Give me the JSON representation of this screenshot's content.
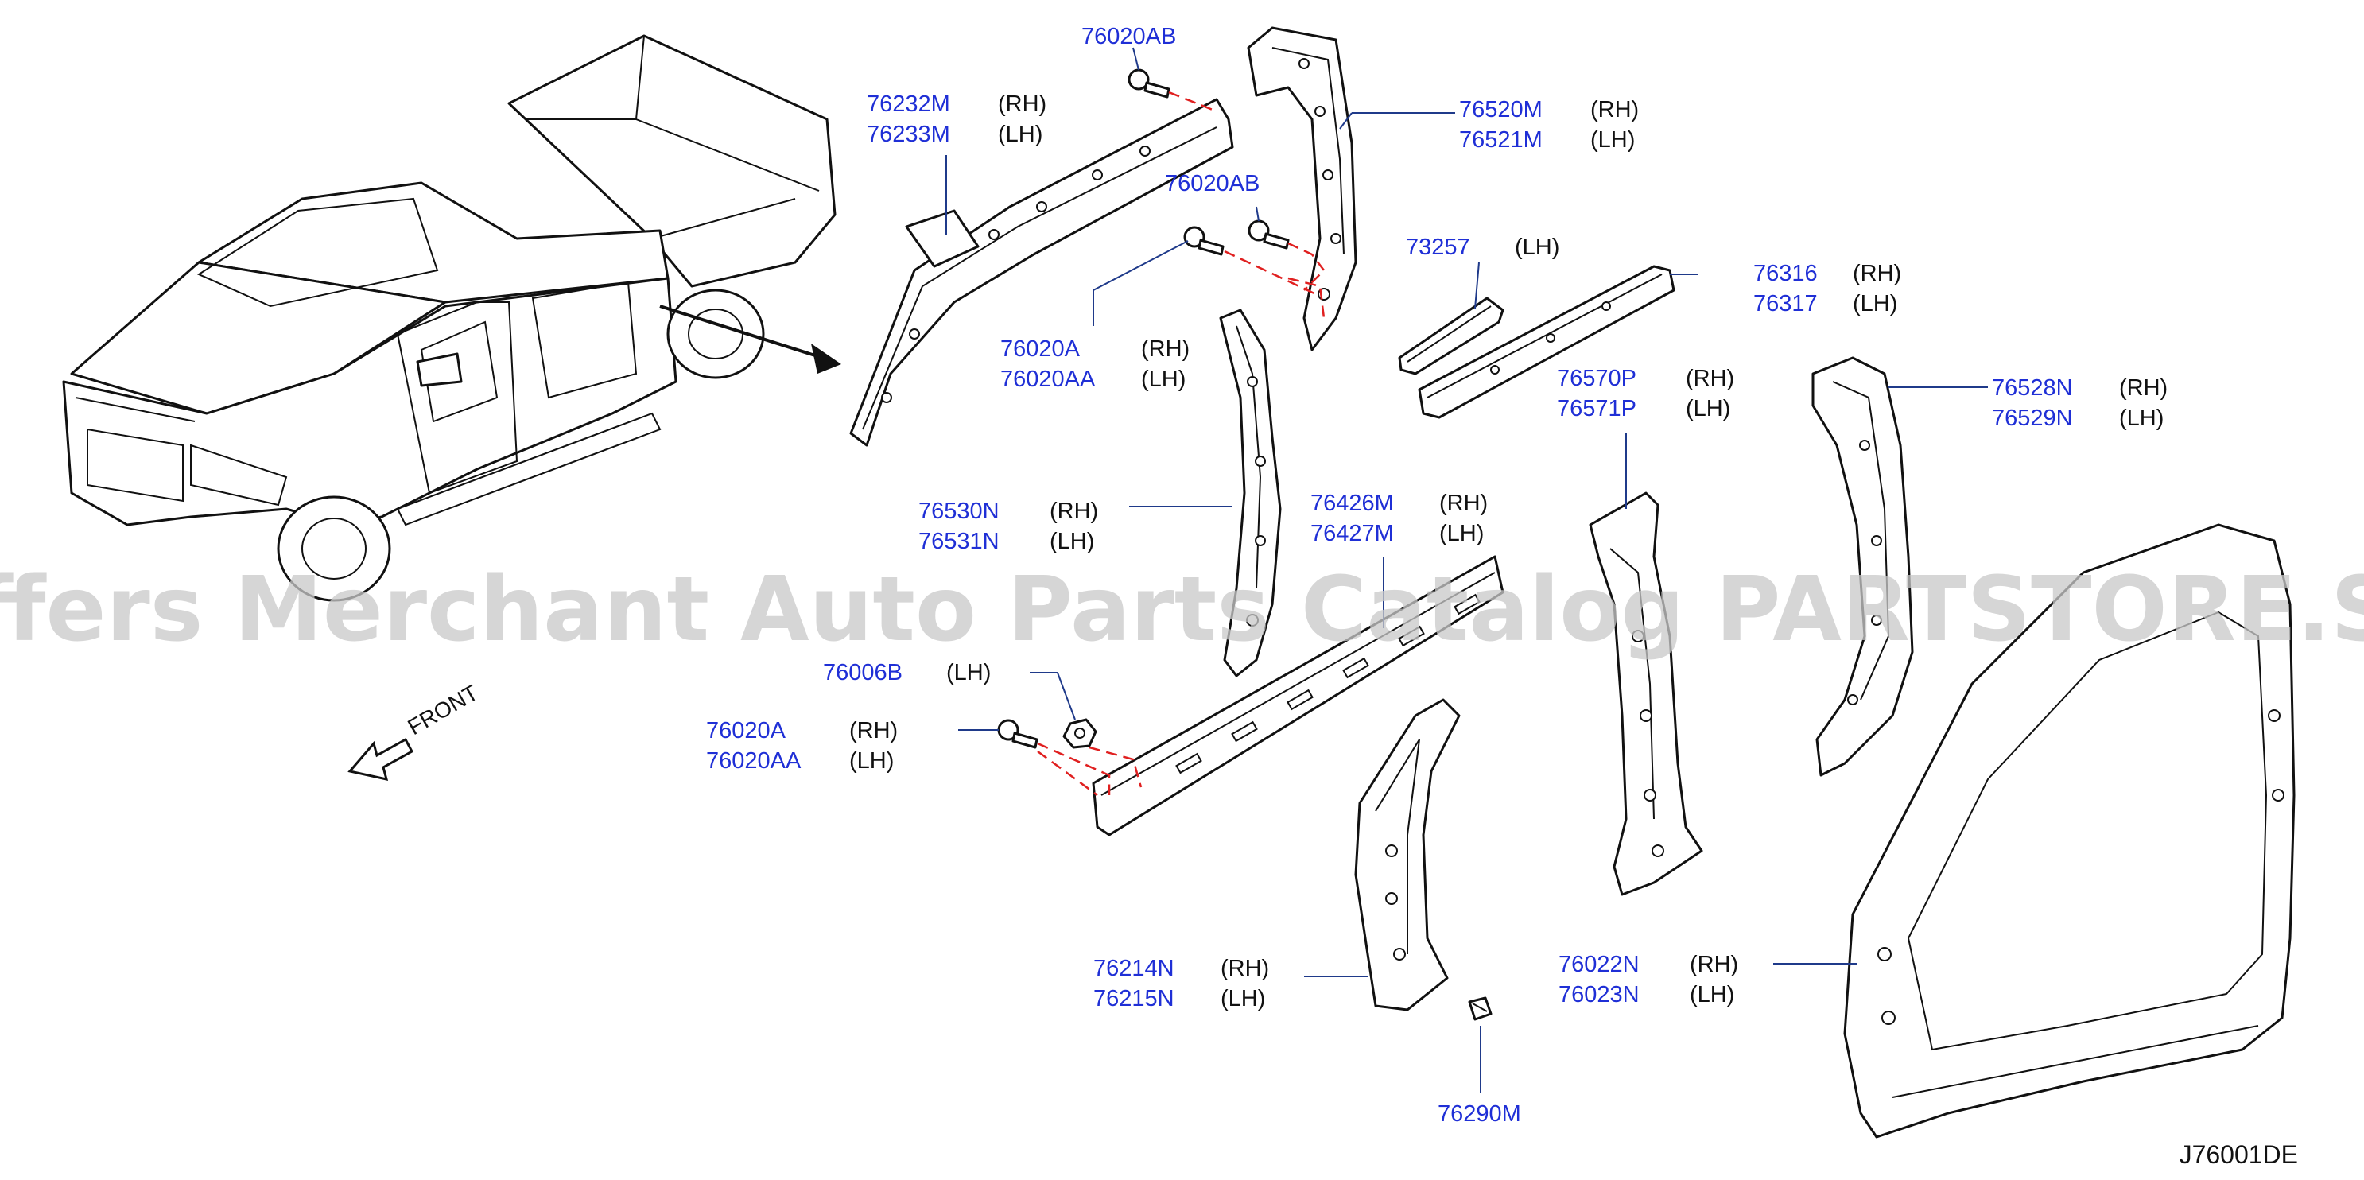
{
  "watermark": "Offers Merchant Auto Parts Catalog PARTSTORE.SA",
  "diagram_code": "J76001DE",
  "front_label": "FRONT",
  "callouts": [
    {
      "id": "76020AB-top",
      "parts": [
        "76020AB"
      ],
      "sides": [
        ""
      ]
    },
    {
      "id": "76232M",
      "parts": [
        "76232M",
        "76233M"
      ],
      "sides": [
        "(RH)",
        "(LH)"
      ]
    },
    {
      "id": "76520M",
      "parts": [
        "76520M",
        "76521M"
      ],
      "sides": [
        "(RH)",
        "(LH)"
      ]
    },
    {
      "id": "76020AB-mid",
      "parts": [
        "76020AB"
      ],
      "sides": [
        ""
      ]
    },
    {
      "id": "73257",
      "parts": [
        "73257"
      ],
      "sides": [
        "(LH)"
      ]
    },
    {
      "id": "76316",
      "parts": [
        "76316",
        "76317"
      ],
      "sides": [
        "(RH)",
        "(LH)"
      ]
    },
    {
      "id": "76020A-upper",
      "parts": [
        "76020A",
        "76020AA"
      ],
      "sides": [
        "(RH)",
        "(LH)"
      ]
    },
    {
      "id": "76570P",
      "parts": [
        "76570P",
        "76571P"
      ],
      "sides": [
        "(RH)",
        "(LH)"
      ]
    },
    {
      "id": "76528N",
      "parts": [
        "76528N",
        "76529N"
      ],
      "sides": [
        "(RH)",
        "(LH)"
      ]
    },
    {
      "id": "76530N",
      "parts": [
        "76530N",
        "76531N"
      ],
      "sides": [
        "(RH)",
        "(LH)"
      ]
    },
    {
      "id": "76426M",
      "parts": [
        "76426M",
        "76427M"
      ],
      "sides": [
        "(RH)",
        "(LH)"
      ]
    },
    {
      "id": "76006B",
      "parts": [
        "76006B"
      ],
      "sides": [
        "(LH)"
      ]
    },
    {
      "id": "76020A-lower",
      "parts": [
        "76020A",
        "76020AA"
      ],
      "sides": [
        "(RH)",
        "(LH)"
      ]
    },
    {
      "id": "76214N",
      "parts": [
        "76214N",
        "76215N"
      ],
      "sides": [
        "(RH)",
        "(LH)"
      ]
    },
    {
      "id": "76022N",
      "parts": [
        "76022N",
        "76023N"
      ],
      "sides": [
        "(RH)",
        "(LH)"
      ]
    },
    {
      "id": "76290M",
      "parts": [
        "76290M"
      ],
      "sides": [
        ""
      ]
    }
  ],
  "colors": {
    "part_number": "#1f2fd6",
    "leader": "#1f3a8a",
    "explode_line": "#e02020",
    "watermark": "#c9c9c9"
  }
}
